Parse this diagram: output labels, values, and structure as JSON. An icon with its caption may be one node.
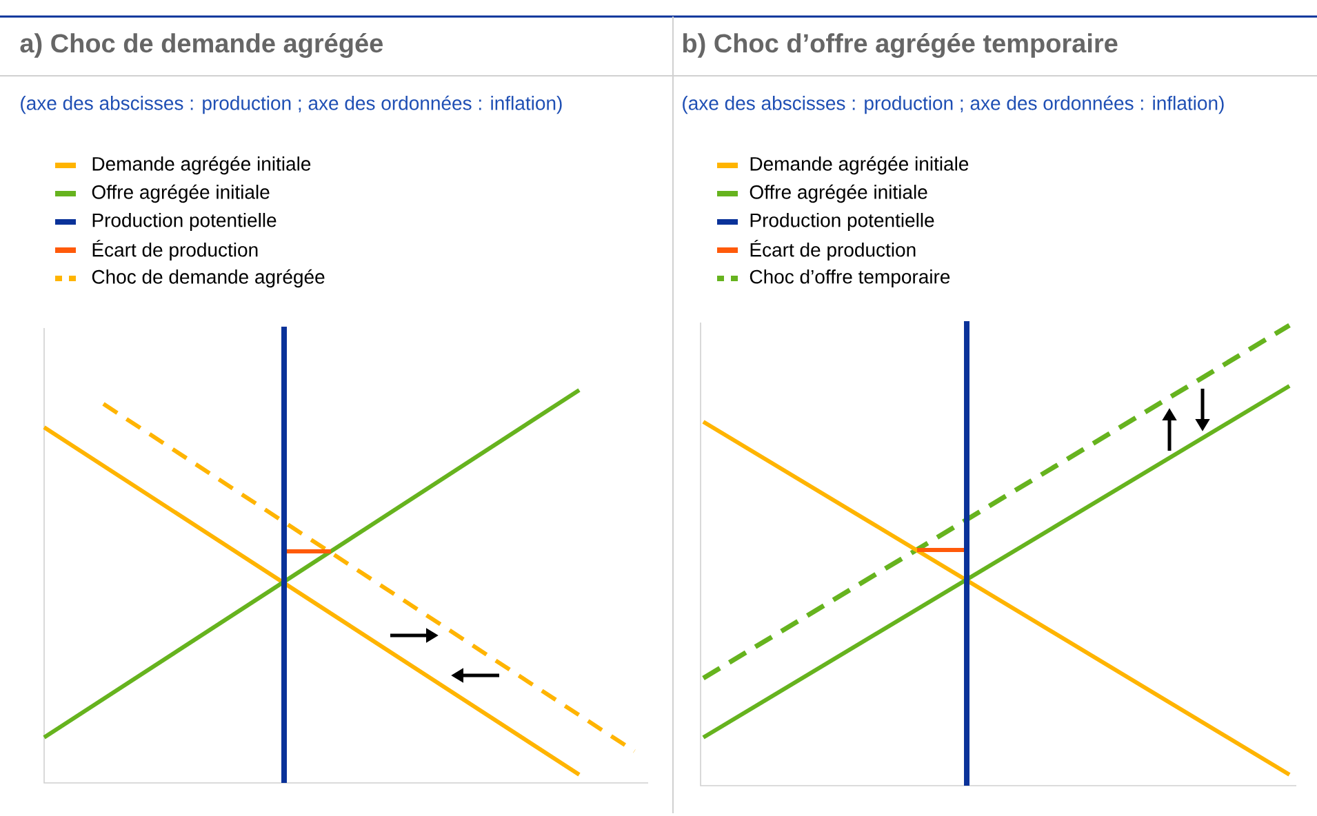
{
  "diagram": {
    "labels": [
      "a) Choc de demande agrégée",
      "(axe des abscisses : production ; axe des ordonnées : inflation)",
      "b) Choc d’offre agrégée temporaire",
      "(axe des abscisses : production ; axe des ordonnées : inflation)"
    ],
    "legend": [
      {
        "text": "Demande agrégée initiale",
        "color": "#ffb400"
      },
      {
        "text": "Offre agrégée initiale",
        "color": "#66b31e"
      },
      {
        "text": "Production potentielle",
        "color": "#0a3299"
      },
      {
        "text": "Écart de production",
        "color": "#ff5a0a"
      },
      {
        "text": "Choc de demande agrégée",
        "color": "#ffb400"
      },
      {
        "text": "Demande agrégée initiale",
        "color": "#ffb400"
      },
      {
        "text": "Offre agrégée initiale",
        "color": "#66b31e"
      },
      {
        "text": "Production potentielle",
        "color": "#0a3299"
      },
      {
        "text": "Écart de production",
        "color": "#ff5a0a"
      },
      {
        "text": "Choc d’offre temporaire",
        "color": "#66b31e"
      }
    ]
  }
}
